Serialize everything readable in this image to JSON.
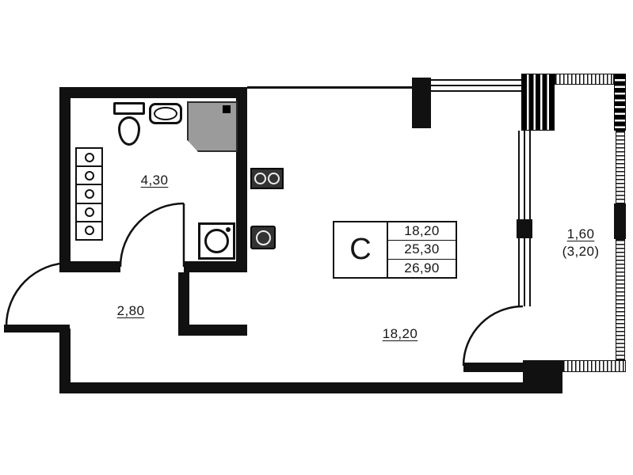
{
  "rooms": {
    "bathroom": {
      "area": "4,30"
    },
    "hallway": {
      "area": "2,80"
    },
    "living_room": {
      "area": "18,20"
    },
    "balcony": {
      "area": "1,60",
      "area_alt": "(3,20)"
    }
  },
  "legend": {
    "type_label": "С",
    "rows": [
      "18,20",
      "25,30",
      "26,90"
    ]
  },
  "colors": {
    "wall": "#111111",
    "shower_fill": "#9b9b9b"
  }
}
